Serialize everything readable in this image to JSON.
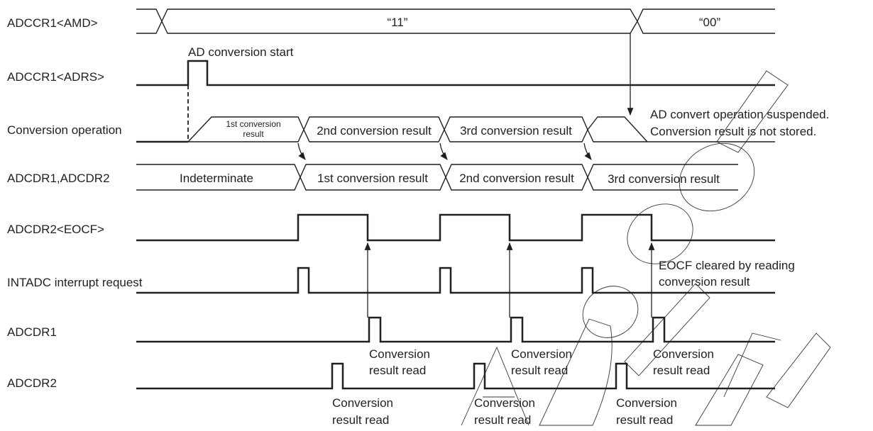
{
  "signals": {
    "amd": "ADCCR1<AMD>",
    "adrs": "ADCCR1<ADRS>",
    "conv_op": "Conversion operation",
    "adcdr12": "ADCDR1,ADCDR2",
    "eocf": "ADCDR2<EOCF>",
    "intadc": "INTADC interrupt request",
    "adcdr1": "ADCDR1",
    "adcdr2": "ADCDR2"
  },
  "amd_values": {
    "v11": "“11”",
    "v00": "“00”"
  },
  "conv_op_segments": {
    "first_l1": "1st conversion",
    "first_l2": "result",
    "second": "2nd conversion result",
    "third": "3rd conversion result"
  },
  "adcdr_segments": {
    "indeterminate": "Indeterminate",
    "first": "1st conversion result",
    "second": "2nd conversion result",
    "third": "3rd conversion result"
  },
  "annotations": {
    "ad_start": "AD conversion start",
    "suspended_l1": "AD convert operation suspended.",
    "suspended_l2": "Conversion result is not stored.",
    "eocf_cleared_l1": "EOCF cleared by reading",
    "eocf_cleared_l2": "conversion result",
    "read_l1": "Conversion",
    "read_l2": "result read"
  }
}
